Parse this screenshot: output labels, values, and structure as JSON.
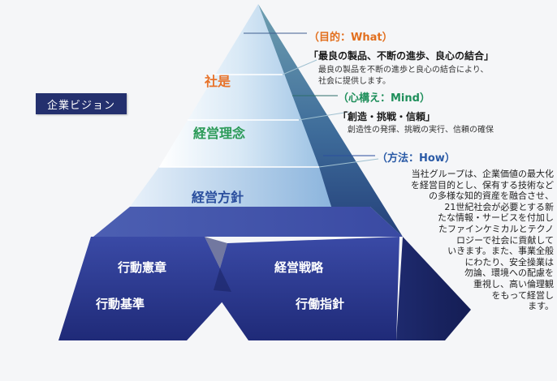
{
  "vision_label": "企業ビジョン",
  "pyramid": {
    "tier1": "社是",
    "tier2": "経営理念",
    "tier3": "経営方針"
  },
  "base": {
    "left_top": "行動憲章",
    "left_bottom": "行動基準",
    "right_top": "経営戦略",
    "right_bottom": "行働指針"
  },
  "notes": {
    "what": {
      "head": "（目的：What）",
      "title": "「最良の製品、不断の進歩、良心の結合」",
      "body": [
        "最良の製品を不断の進歩と良心の結合により、",
        "社会に提供します。"
      ]
    },
    "mind": {
      "head": "（心構え：Mind）",
      "title": "「創造・挑戦・信頼」",
      "body": [
        "創造性の発揮、挑戦の実行、信頼の確保"
      ]
    },
    "how": {
      "head": "（方法：How）",
      "body": [
        "当社グループは、企業価値の最大化",
        "を経営目的とし、保有する技術など",
        "の多様な知的資産を融合させ、",
        "21世紀社会が必要とする新",
        "たな情報・サービスを付加し",
        "たファインケミカルとテクノ",
        "ロジーで社会に貢献して",
        "いきます。また、事業全般",
        "にわたり、安全操業は",
        "勿論、環境への配慮を",
        "重視し、高い倫理観",
        "をもって経営し",
        "ます。"
      ]
    }
  },
  "colors": {
    "tier1_text": "#e8732a",
    "tier2_text": "#2a9a57",
    "tier3_text": "#2b4f9e",
    "base_fill": "#2f3d95",
    "badge": "#24306e"
  }
}
